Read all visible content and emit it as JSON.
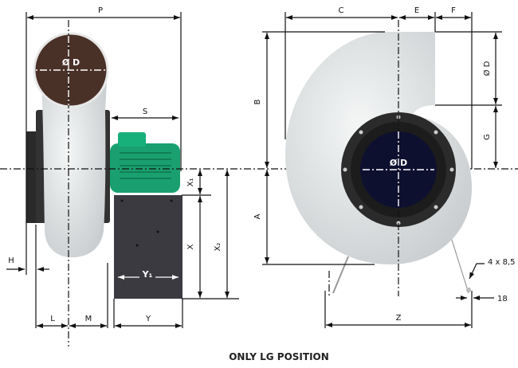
{
  "caption": "ONLY LG POSITION",
  "side_view": {
    "labels": {
      "P": "P",
      "S": "S",
      "D": "Ø D",
      "X1": "X₁",
      "X": "X",
      "X2": "X₂",
      "Y1": "Y₁",
      "Y": "Y",
      "L": "L",
      "M": "M",
      "H": "H"
    }
  },
  "front_view": {
    "labels": {
      "C": "C",
      "E": "E",
      "F": "F",
      "B": "B",
      "A": "A",
      "D_outlet": "Ø D",
      "G": "G",
      "D_inlet": "Ø D",
      "Z": "Z",
      "holes": "4 x 8,5",
      "foot": "18"
    }
  },
  "colors": {
    "motor": "#1aa070",
    "base": "#3a3a40",
    "body": "#e6e9ea",
    "outlet": "#4a3128",
    "ring": "#2b2b2b",
    "inlet": "#0e1030"
  }
}
